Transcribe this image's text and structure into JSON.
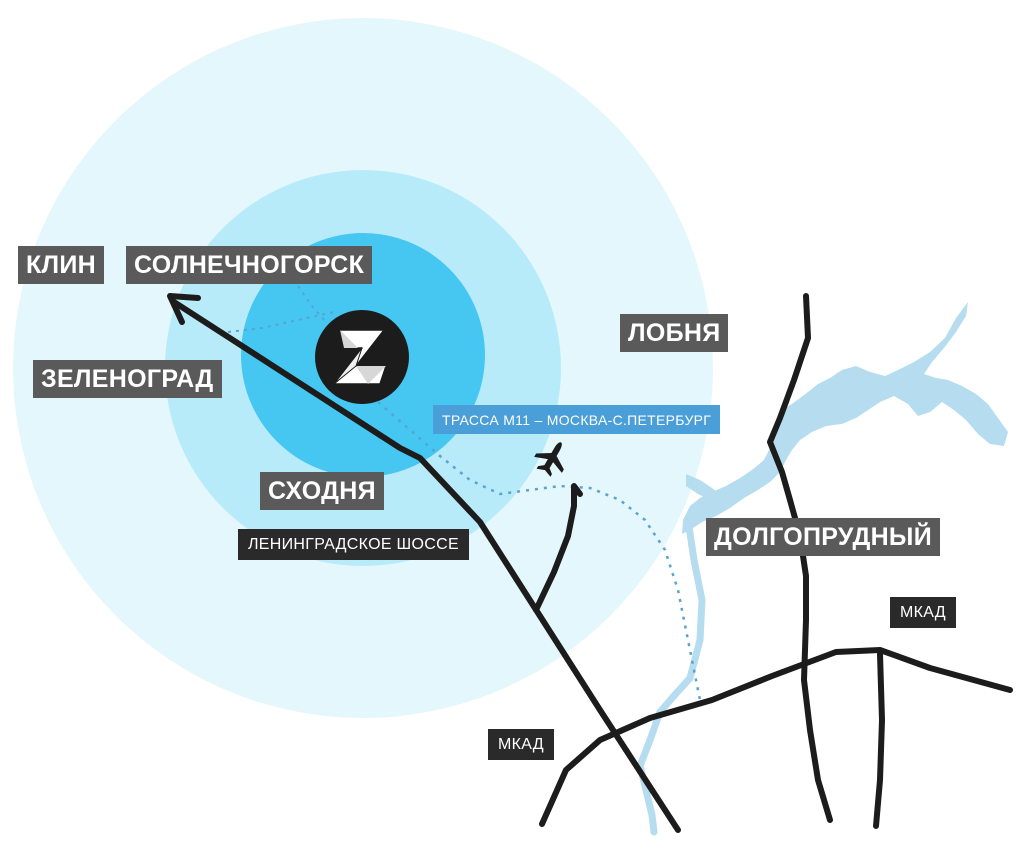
{
  "labels": {
    "klin": "КЛИН",
    "solnechnogorsk": "СОЛНЕЧНОГОРСК",
    "zelenograd": "ЗЕЛЕНОГРАД",
    "lobnya": "ЛОБНЯ",
    "skhodnya": "СХОДНЯ",
    "leningradskoe": "ЛЕНИНГРАДСКОЕ ШОССЕ",
    "trassa_m11": "ТРАССА М11 – МОСКВА-С.ПЕТЕРБУРГ",
    "dolgoprudny": "ДОЛГОПРУДНЫЙ",
    "mkad_right": "МКАД",
    "mkad_left": "МКАД"
  },
  "icons": {
    "center_logo": "z-logo-icon",
    "airplane": "airplane-icon",
    "direction_arrow": "arrow-head-icon"
  },
  "colors": {
    "zone_inner": "#45c7f2",
    "zone_middle": "#b8ebfa",
    "zone_outer": "#e4f7fd",
    "water": "#b6dcef",
    "road": "#1c1c1c",
    "route_dotted": "#5aa3cf",
    "label_dark_gray": "#5a5a5a",
    "label_black": "#2a2a2a",
    "label_blue": "#4a9fd8"
  }
}
